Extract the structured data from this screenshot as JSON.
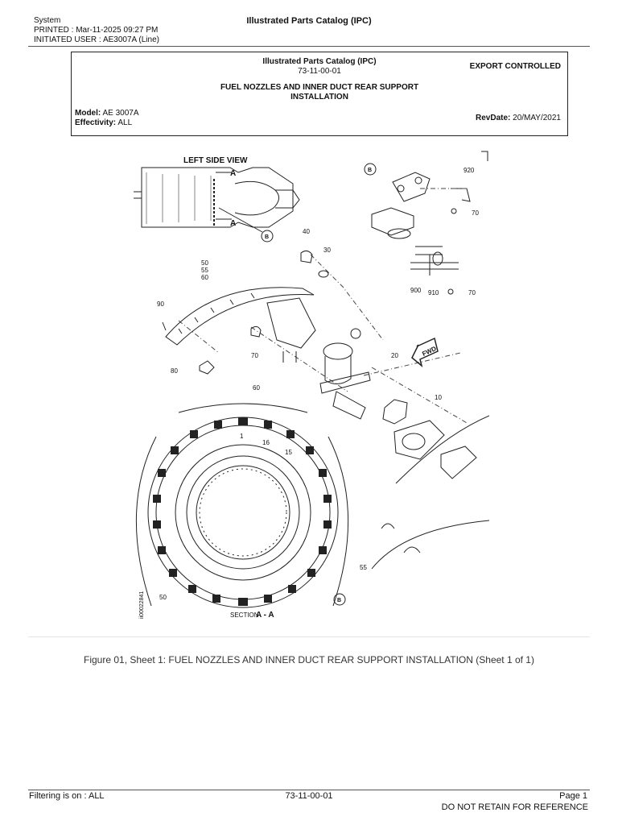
{
  "header": {
    "system": "System",
    "printed": "PRINTED : Mar-11-2025 09:27 PM",
    "initiated_user": "INITIATED USER : AE3007A (Line)",
    "top_title": "Illustrated Parts Catalog (IPC)"
  },
  "doc_box": {
    "catalog_title": "Illustrated Parts Catalog (IPC)",
    "doc_number": "73-11-00-01",
    "heading_line1": "FUEL NOZZLES AND INNER DUCT REAR SUPPORT",
    "heading_line2": "INSTALLATION",
    "export_label": "EXPORT CONTROLLED",
    "model_label": "Model:",
    "model_value": "AE 3007A",
    "effectivity_label": "Effectivity:",
    "effectivity_value": "ALL",
    "revdate_label": "RevDate:",
    "revdate_value": "20/MAY/2021"
  },
  "figure": {
    "left_side_view": "LEFT SIDE VIEW",
    "section_a": "A",
    "detail_b": "B",
    "section_label": "SECTION",
    "section_value": "A - A",
    "fwd": "FWD",
    "drawing_id": "ii00022841",
    "callouts": {
      "c920": "920",
      "c70a": "70",
      "c40": "40",
      "c30": "30",
      "c50_55_60": [
        "50",
        "55",
        "60"
      ],
      "c900": "900",
      "c910": "910",
      "c70b": "70",
      "c90": "90",
      "c70c": "70",
      "c20": "20",
      "c80": "80",
      "c60": "60",
      "c10": "10",
      "c1": "1",
      "c16": "16",
      "c15": "15",
      "c55": "55",
      "c50": "50"
    }
  },
  "caption": "Figure 01, Sheet 1: FUEL NOZZLES AND INNER DUCT REAR SUPPORT INSTALLATION (Sheet 1 of 1)",
  "footer": {
    "filtering": "Filtering is on : ALL",
    "doc_number": "73-11-00-01",
    "page": "Page  1",
    "notice": "DO NOT RETAIN FOR REFERENCE"
  }
}
